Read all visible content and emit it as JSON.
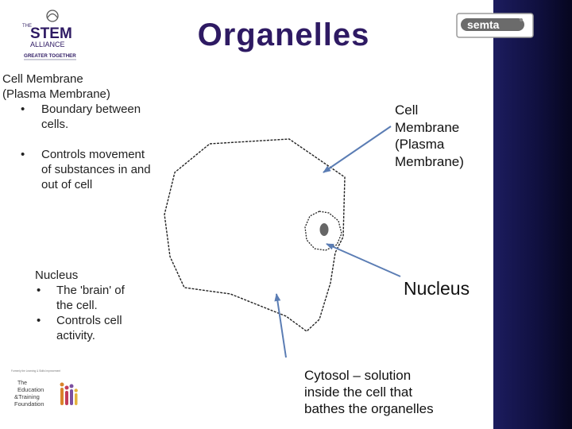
{
  "slide": {
    "title": "Organelles"
  },
  "logos": {
    "stem": {
      "line1": "THE",
      "line2": "STEM",
      "line3": "ALLIANCE",
      "tagline": "GREATER TOGETHER"
    },
    "semta": {
      "text": "semta"
    },
    "etf": {
      "small": "Formerly the Learning & Skills Improvement",
      "line1": "The",
      "line2": "Education",
      "line3": "&Training",
      "line4": "Foundation"
    }
  },
  "membrane_info": {
    "heading_line1": "Cell Membrane",
    "heading_line2": "(Plasma Membrane)",
    "bullets": [
      {
        "line1": "Boundary between",
        "line2": "cells."
      },
      {
        "line1": "Controls movement",
        "line2": "of substances in and",
        "line3": "out of cell"
      }
    ],
    "bullet_char": "•"
  },
  "nucleus_info": {
    "heading": "Nucleus",
    "bullets": [
      {
        "line1": "The 'brain' of",
        "line2": "the cell."
      },
      {
        "line1": "Controls cell",
        "line2": "activity."
      }
    ],
    "bullet_char": "•"
  },
  "diagram_labels": {
    "membrane": {
      "line1": "Cell",
      "line2": "Membrane",
      "line3": "(Plasma",
      "line4": "Membrane)"
    },
    "nucleus": "Nucleus",
    "cytosol": {
      "line1": "Cytosol – solution",
      "line2": "inside the cell that",
      "line3": "bathes the organelles"
    }
  },
  "colors": {
    "title": "#2e1a63",
    "arrow": "#5b7db4",
    "right_bar": "#101040"
  }
}
